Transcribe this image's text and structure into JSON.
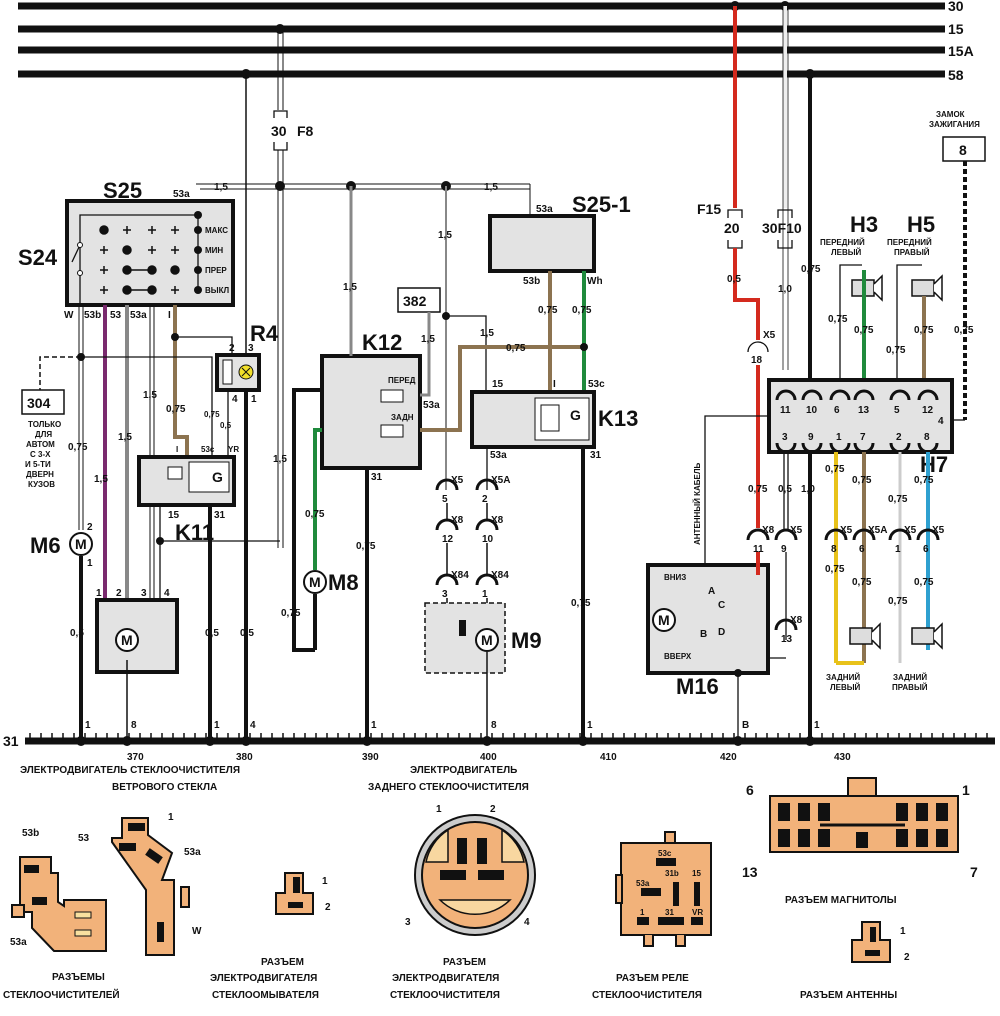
{
  "buses": [
    {
      "label": "30"
    },
    {
      "label": "15"
    },
    {
      "label": "15A"
    },
    {
      "label": "58"
    }
  ],
  "ground": {
    "label": "31",
    "pins": [
      "1",
      "8",
      "1",
      "4",
      "1",
      "8",
      "1",
      "B",
      "1"
    ],
    "scale": [
      "370",
      "380",
      "390",
      "400",
      "410",
      "420",
      "430"
    ]
  },
  "components": {
    "s25": {
      "label": "S25",
      "pin_top": "53a",
      "positions": [
        "МАКС",
        "МИН",
        "ПРЕР",
        "ВЫКЛ"
      ],
      "pins_bottom": [
        "W",
        "53b",
        "53",
        "53a",
        "I"
      ]
    },
    "s24": {
      "label": "S24"
    },
    "f8": {
      "label": "F8",
      "rating": "30"
    },
    "f15": {
      "label": "F15",
      "rating": "20"
    },
    "f10": {
      "label": "30F10"
    },
    "r4": {
      "label": "R4",
      "pins": [
        "2",
        "3",
        "4",
        "1"
      ]
    },
    "k11": {
      "label": "K11",
      "pins": [
        "I",
        "53c",
        "YR",
        "15",
        "31"
      ]
    },
    "k12": {
      "label": "K12",
      "coil_front": "ПЕРЕД",
      "coil_rear": "ЗАДН",
      "pin_53a": "53a",
      "pin_31": "31"
    },
    "k13": {
      "label": "K13",
      "pins": [
        "15",
        "I",
        "53c",
        "53a",
        "31"
      ]
    },
    "s25_1": {
      "label": "S25-1",
      "pins": [
        "53a",
        "53b",
        "Wh"
      ]
    },
    "m6": {
      "label": "M6",
      "pins": [
        "2",
        "1"
      ]
    },
    "m8": {
      "label": "M8"
    },
    "m9": {
      "label": "M9"
    },
    "m16": {
      "label": "M16",
      "up": "ВВЕРХ",
      "down": "ВНИЗ",
      "contacts": [
        "A",
        "B",
        "C",
        "D"
      ]
    },
    "h3": {
      "label": "H3",
      "desc_line1": "ПЕРЕДНИЙ",
      "desc_line2": "ЛЕВЫЙ"
    },
    "h5": {
      "label": "H5",
      "desc_line1": "ПЕРЕДНИЙ",
      "desc_line2": "ПРАВЫЙ"
    },
    "h7": {
      "label": "H7",
      "pins_top": [
        "11",
        "10",
        "6",
        "13",
        "5",
        "12"
      ],
      "pins_bottom": [
        "3",
        "9",
        "1",
        "7",
        "2",
        "8"
      ],
      "pin_side": "4"
    },
    "rear_left": {
      "line1": "ЗАДНИЙ",
      "line2": "ЛЕВЫЙ"
    },
    "rear_right": {
      "line1": "ЗАДНИЙ",
      "line2": "ПРАВЫЙ"
    },
    "ignition": {
      "line1": "ЗАМОК",
      "line2": "ЗАЖИГАНИЯ",
      "pin": "8"
    },
    "ref_304": {
      "label": "304",
      "note": [
        "ТОЛЬКО",
        "ДЛЯ",
        "АВТОМ",
        "С 3-Х",
        "И 5-ТИ",
        "ДВЕРН",
        "КУЗОВ"
      ]
    },
    "ref_382": {
      "label": "382"
    },
    "motor_symbol": "M",
    "antenna_cable": "АНТЕННЫЙ КАБЕЛЬ"
  },
  "connectors": {
    "x5_5": {
      "name": "X5",
      "pin": "5"
    },
    "x5a_2": {
      "name": "X5A",
      "pin": "2"
    },
    "x8_12": {
      "name": "X8",
      "pin": "12"
    },
    "x8_10": {
      "name": "X8",
      "pin": "10"
    },
    "x84_3": {
      "name": "X84",
      "pin": "3"
    },
    "x84_1": {
      "name": "X84",
      "pin": "1"
    },
    "x5_18": {
      "name": "X5",
      "pin": "18"
    },
    "x8_11": {
      "name": "X8",
      "pin": "11"
    },
    "x5_9": {
      "name": "X5",
      "pin": "9"
    },
    "x8_13": {
      "name": "X8",
      "pin": "13"
    },
    "x5_8": {
      "name": "X5",
      "pin": "8"
    },
    "x5a_6": {
      "name": "X5A",
      "pin": "6"
    },
    "x5_1": {
      "name": "X5",
      "pin": "1"
    },
    "x5_6": {
      "name": "X5",
      "pin": "6"
    }
  },
  "wire_sizes": {
    "w15": "1,5",
    "w075": "0,75",
    "w05": "0,5",
    "w10": "1,0"
  },
  "captions": {
    "windshield_l1": "ЭЛЕКТРОДВИГАТЕЛЬ СТЕКЛООЧИСТИТЕЛЯ",
    "windshield_l2": "ВЕТРОВОГО СТЕКЛА",
    "rear_l1": "ЭЛЕКТРОДВИГАТЕЛЬ",
    "rear_l2": "ЗАДНЕГО СТЕКЛООЧИСТИТЕЛЯ"
  },
  "legend": {
    "wiper_conn": {
      "l1": "РАЗЪЕМЫ",
      "l2": "СТЕКЛООЧИСТИТЕЛЕЙ",
      "pins_a": [
        "53b",
        "53a"
      ],
      "pins_b": [
        "1",
        "53",
        "53a",
        "W"
      ]
    },
    "washer_conn": {
      "l1": "РАЗЪЕМ",
      "l2": "ЭЛЕКТРОДВИГАТЕЛЯ",
      "l3": "СТЕКЛООМЫВАТЕЛЯ",
      "pins": [
        "1",
        "2"
      ]
    },
    "wiper_motor_conn": {
      "l1": "РАЗЪЕМ",
      "l2": "ЭЛЕКТРОДВИГАТЕЛЯ",
      "l3": "СТЕКЛООЧИСТИТЕЛЯ",
      "pins": [
        "1",
        "2",
        "3",
        "4"
      ]
    },
    "relay_conn": {
      "l1": "РАЗЪЕМ РЕЛЕ",
      "l2": "СТЕКЛООЧИСТИТЕЛЯ",
      "pins": [
        "53c",
        "31b",
        "15",
        "53a",
        "1",
        "31",
        "VR"
      ]
    },
    "radio_conn": {
      "l1": "РАЗЪЕМ МАГНИТОЛЫ",
      "pins": [
        "6",
        "1",
        "13",
        "7"
      ]
    },
    "antenna_conn": {
      "l1": "РАЗЪЕМ АНТЕННЫ",
      "pins": [
        "1",
        "2"
      ]
    }
  },
  "colors": {
    "red": "#d42a1e",
    "green": "#1f8a3c",
    "brown": "#8c7350",
    "violet": "#7a2a6e",
    "gray": "#888888",
    "yellow": "#e8c21a",
    "blue": "#2ea0d0",
    "connector": "#f2b27a",
    "box": "#e3e3e3"
  }
}
